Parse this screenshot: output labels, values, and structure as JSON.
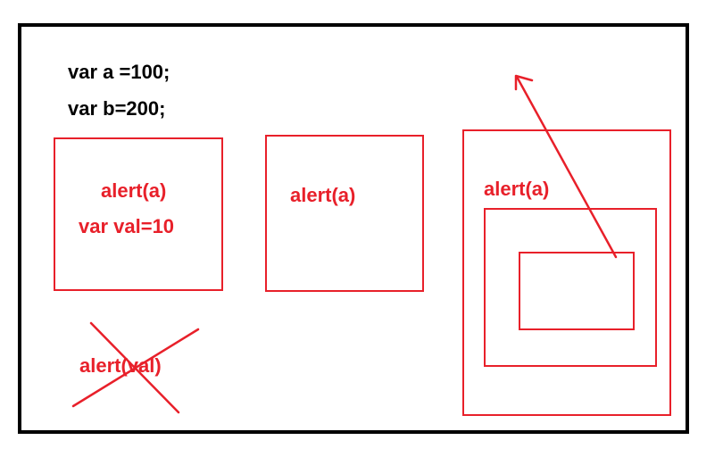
{
  "global_code": {
    "line1": "var a =100;",
    "line2": "var b=200;"
  },
  "scope1": {
    "line1": "alert(a)",
    "line2": "var val=10"
  },
  "scope2": {
    "line1": "alert(a)"
  },
  "scope3": {
    "line1": "alert(a)"
  },
  "outside": {
    "crossed_text": "alert(val)"
  },
  "colors": {
    "accent": "#e8202a",
    "text": "#000000",
    "frame": "#000000"
  },
  "icons": {
    "cross": "cross-mark-icon",
    "arrow": "scope-chain-arrow-icon"
  }
}
